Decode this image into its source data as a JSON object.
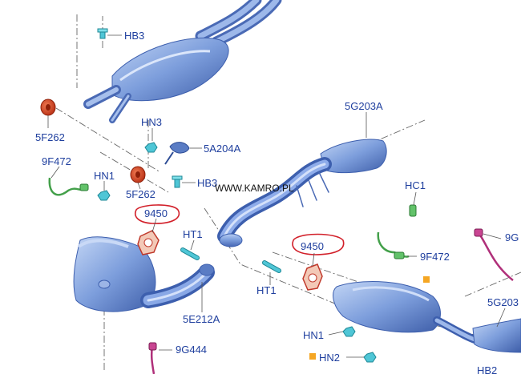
{
  "watermark": "WWW.KAMRO.PL",
  "colors": {
    "callout_text": "#1f3f9e",
    "part_blue": "#6f93d8",
    "part_blue_dark": "#3d5fae",
    "seal_red": "#d8401e",
    "sensor_green": "#43a04a",
    "fastener_cyan": "#4fc6d6",
    "sensor_magenta": "#b0307a",
    "marker_orange": "#f5a623",
    "handdrawn_red": "#d2202a"
  },
  "callouts": {
    "hb3_top": "HB3",
    "f5_262_left": "5F262",
    "hn3": "HN3",
    "a5_204a": "5A204A",
    "f9_472_left": "9F472",
    "hn1_left": "HN1",
    "f5_262_mid": "5F262",
    "hb3_mid": "HB3",
    "g5_203a_top": "5G203A",
    "n9450_left": "9450",
    "ht1_upper": "HT1",
    "n9450_right": "9450",
    "hc1": "HC1",
    "f9_472_right": "9F472",
    "e5_212a": "5E212A",
    "ht1_lower": "HT1",
    "hn1_lower": "HN1",
    "hn2": "HN2",
    "g9_444": "9G444",
    "g9_right": "9G",
    "g5_203_right": "5G203",
    "hb2": "HB2"
  },
  "icons": {
    "seal": "ring-gasket",
    "bolt": "bolt-fastener",
    "nut": "nut-fastener",
    "sensor": "oxygen-sensor",
    "clamp": "pipe-clamp",
    "gasket": "flange-gasket"
  }
}
